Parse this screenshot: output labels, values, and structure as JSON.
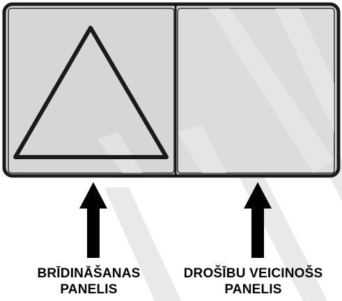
{
  "colors": {
    "panel_fill": "#d9d9d9",
    "outline": "#1a1a1a",
    "arrow": "#000000",
    "watermark": "#e8e8e8",
    "background": "#ffffff"
  },
  "panels": {
    "left": {
      "icon": "warning-triangle-icon",
      "label_line1": "BRĪDINĀŠANAS",
      "label_line2": "PANELIS"
    },
    "right": {
      "icon": "blank-panel",
      "label_line1": "DROŠĪBU VEICINOŠS",
      "label_line2": "PANELIS"
    }
  },
  "watermark_text": "NM"
}
